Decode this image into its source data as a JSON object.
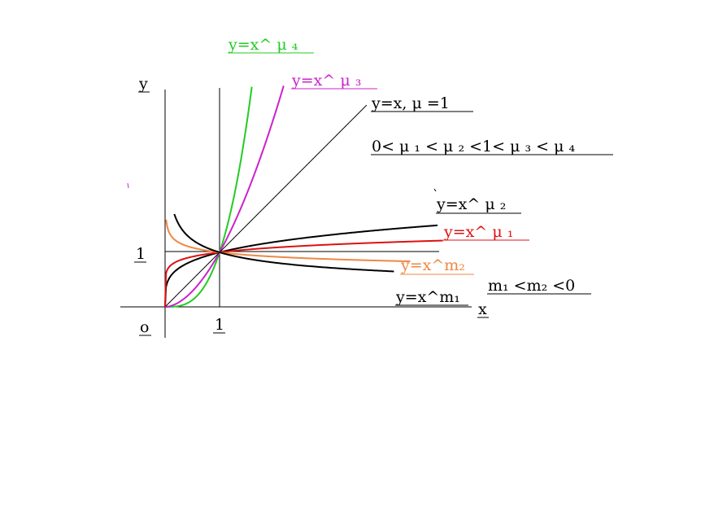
{
  "colors": {
    "axis": "#000000",
    "black": "#000000",
    "green": "#22cc22",
    "magenta": "#cc22cc",
    "red": "#dd1111",
    "orange": "#ee8844"
  },
  "labels": {
    "y_axis": "y",
    "x_axis": "x",
    "origin": "o",
    "one_x": "1",
    "one_y": "1",
    "mu4": "y=x^ μ ₄",
    "mu3": "y=x^ μ ₃",
    "identity": "y=x,  μ =1",
    "order_positive": "0< μ ₁ < μ ₂ <1< μ ₃ < μ ₄",
    "mu2": "y=x^ μ ₂",
    "mu1": "y=x^ μ ₁",
    "m2": "y=x^m₂",
    "m1": "y=x^m₁",
    "order_negative": "m₁ <m₂ <0"
  },
  "curves": [
    {
      "id": "mu4",
      "exponent": 3.0,
      "color": "green"
    },
    {
      "id": "mu3",
      "exponent": 1.8,
      "color": "magenta"
    },
    {
      "id": "identity",
      "exponent": 1.0,
      "color": "black"
    },
    {
      "id": "mu2",
      "exponent": 0.25,
      "color": "black"
    },
    {
      "id": "mu1",
      "exponent": 0.12,
      "color": "red"
    },
    {
      "id": "m2",
      "exponent": -0.12,
      "color": "orange"
    },
    {
      "id": "m1",
      "exponent": -0.3,
      "color": "black"
    }
  ]
}
